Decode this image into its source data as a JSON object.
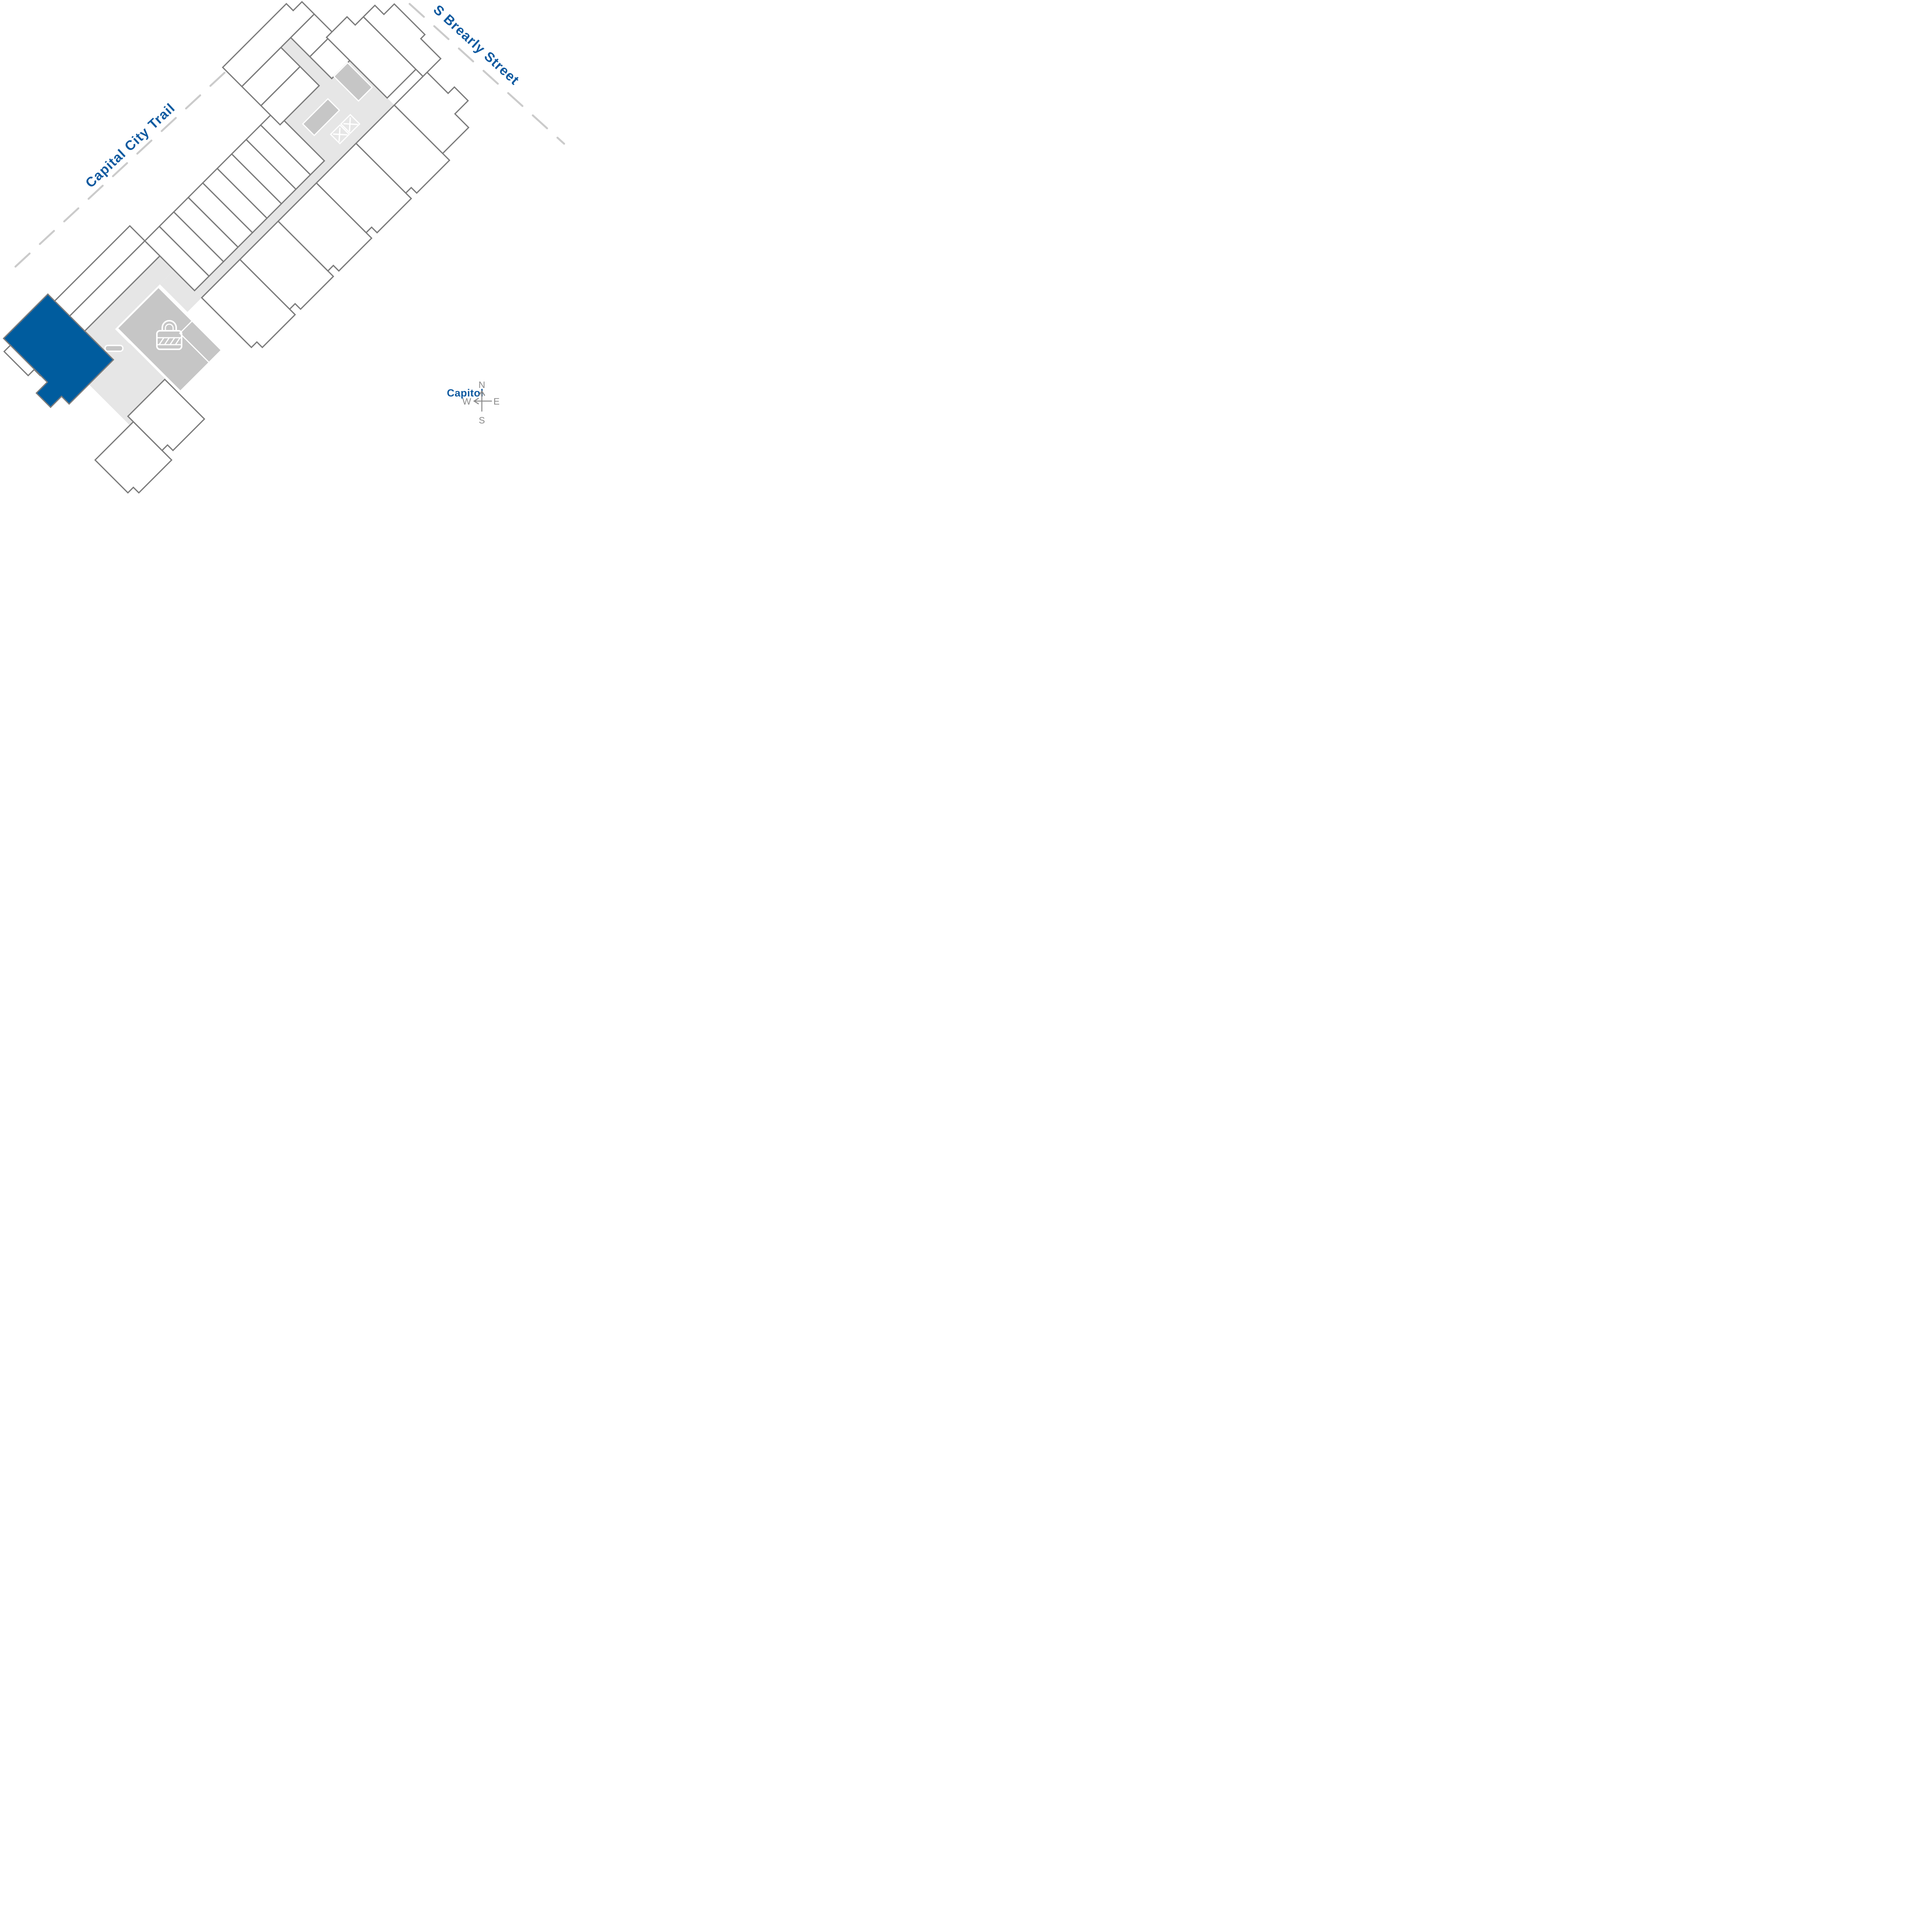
{
  "labels": {
    "trail": "Capital City Trail",
    "street": "S Brearly Street",
    "poi": "Capitol"
  },
  "compass": {
    "north": "N",
    "south": "S",
    "east": "E",
    "west": "W"
  },
  "colors": {
    "highlight_unit": "#005c9e",
    "label_blue": "#0f5aa0",
    "wall_gray": "#7b7b7b",
    "corridor_gray": "#e6e6e6",
    "room_gray": "#c6c6c6",
    "compass_gray": "#8a8a8a",
    "dash_gray": "#cbcbcb",
    "unit_fill": "#ffffff"
  },
  "icons": {
    "lock": "padlock-icon",
    "stair_cross": "stair-x-icon",
    "door": "door-icon",
    "compass": "compass-rose-icon"
  }
}
